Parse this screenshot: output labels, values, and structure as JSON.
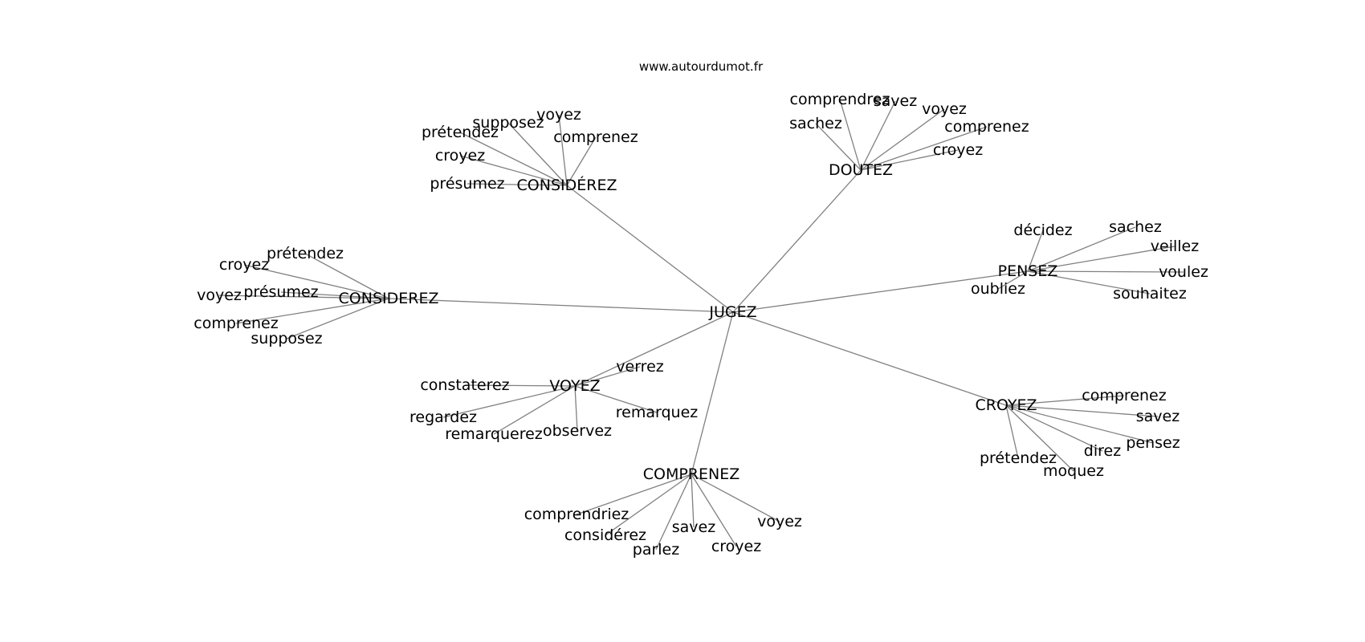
{
  "watermark": "www.autourdumot.fr",
  "graph": {
    "center": "JUGEZ",
    "clusters": [
      {
        "hub": "CONSIDÉREZ",
        "leaves": [
          "présumez",
          "croyez",
          "prétendez",
          "supposez",
          "voyez",
          "comprenez"
        ]
      },
      {
        "hub": "DOUTEZ",
        "leaves": [
          "sachez",
          "comprendrez",
          "savez",
          "voyez",
          "comprenez",
          "croyez"
        ]
      },
      {
        "hub": "PENSEZ",
        "leaves": [
          "décidez",
          "sachez",
          "veillez",
          "voulez",
          "souhaitez",
          "oubliez"
        ]
      },
      {
        "hub": "CONSIDEREZ",
        "leaves": [
          "prétendez",
          "croyez",
          "voyez",
          "présumez",
          "comprenez",
          "supposez"
        ]
      },
      {
        "hub": "VOYEZ",
        "leaves": [
          "verrez",
          "constaterez",
          "regardez",
          "remarquerez",
          "observez",
          "remarquez"
        ]
      },
      {
        "hub": "CROYEZ",
        "leaves": [
          "comprenez",
          "savez",
          "pensez",
          "direz",
          "moquez",
          "prétendez"
        ]
      },
      {
        "hub": "COMPRENEZ",
        "leaves": [
          "comprendriez",
          "considérez",
          "parlez",
          "savez",
          "croyez",
          "voyez"
        ]
      }
    ]
  },
  "colors": {
    "edge": "#808080",
    "text": "#000000",
    "background": "#ffffff"
  }
}
